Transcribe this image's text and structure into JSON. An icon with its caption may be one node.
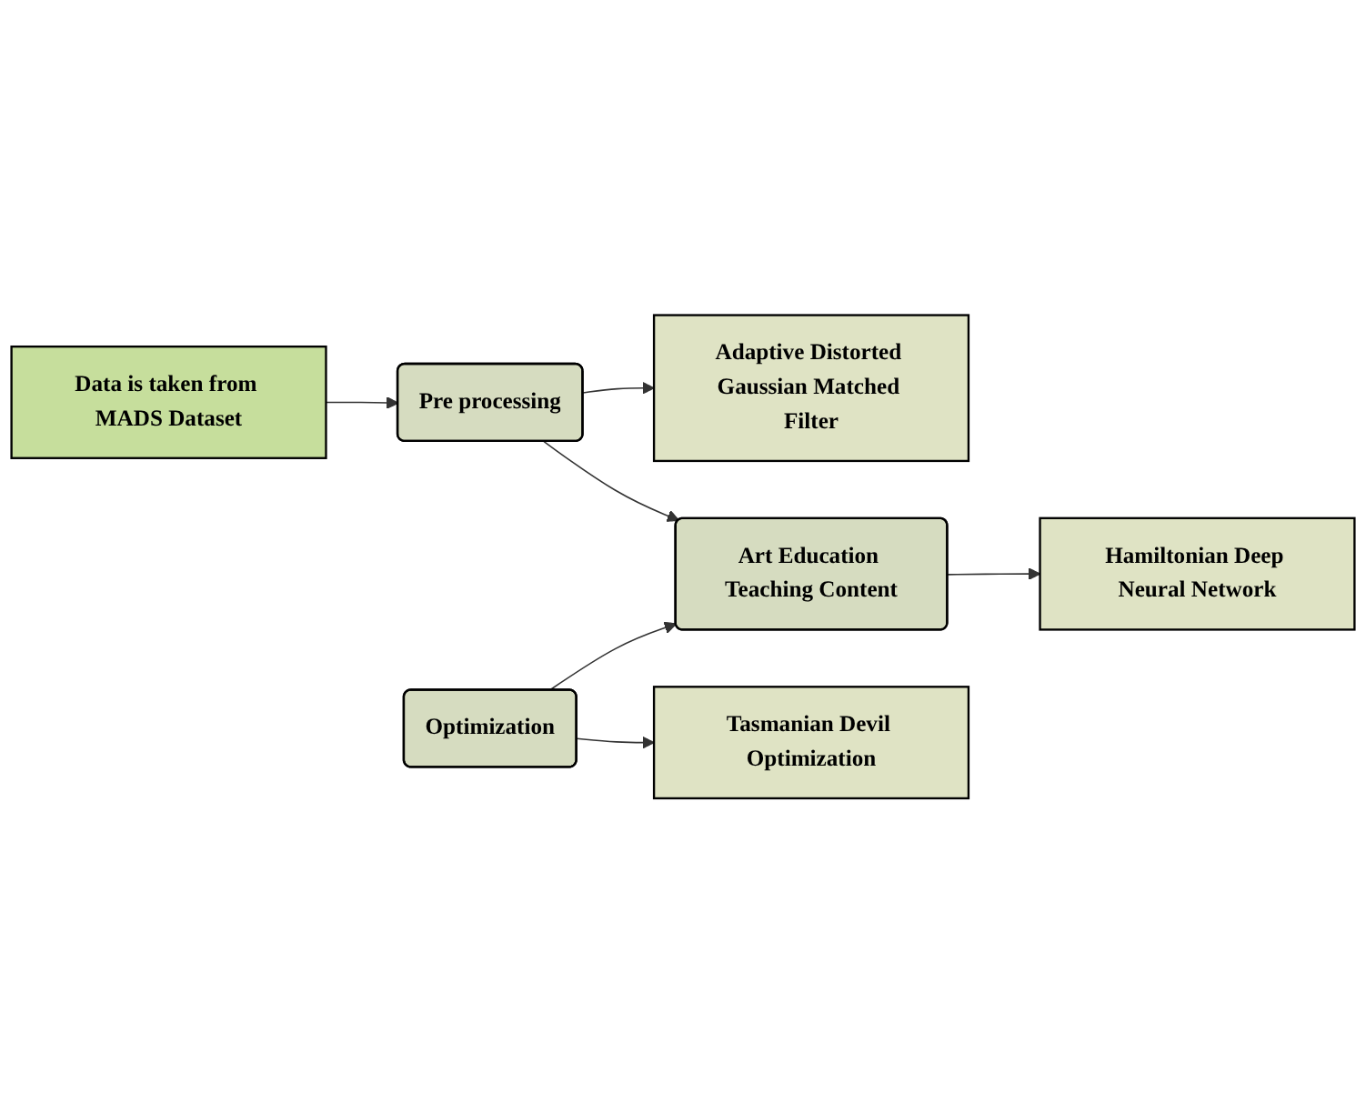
{
  "diagram": {
    "nodes": [
      {
        "text": [
          "Data is taken from MADS Dataset"
        ]
      },
      {
        "text": [
          "Pre processing"
        ]
      },
      {
        "text": [
          "Adaptive Distorted Gaussian Matched Filter"
        ]
      },
      {
        "text": [
          "Art Education Teaching Content"
        ]
      },
      {
        "text": [
          "Hamiltonian Deep Neural Network"
        ]
      },
      {
        "text": [
          "Optimization"
        ]
      },
      {
        "text": [
          "Tasmanian Devil Optimization"
        ]
      }
    ],
    "edges": [
      {
        "from": 0,
        "to": 1,
        "arrow": "to"
      },
      {
        "from": 1,
        "to": 2,
        "arrow": "to"
      },
      {
        "from": 1,
        "to": 3,
        "arrow": "to"
      },
      {
        "from": 3,
        "to": 4,
        "arrow": "to"
      },
      {
        "from": 5,
        "to": 3,
        "arrow": "to"
      },
      {
        "from": 5,
        "to": 6,
        "arrow": "to"
      }
    ]
  }
}
